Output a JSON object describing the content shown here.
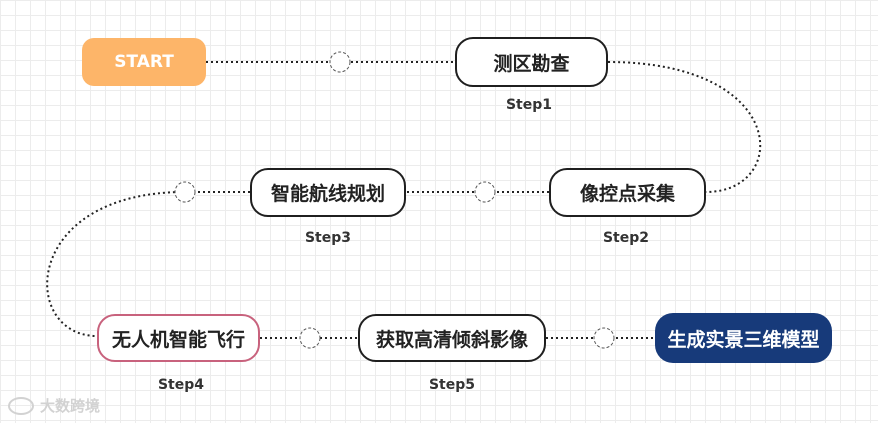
{
  "nodes": {
    "start": "START",
    "survey": "测区勘查",
    "control_points": "像控点采集",
    "route_planning": "智能航线规划",
    "uav_flight": "无人机智能飞行",
    "image_capture": "获取高清倾斜影像",
    "model": "生成实景三维模型"
  },
  "steps": {
    "step1": "Step1",
    "step2": "Step2",
    "step3": "Step3",
    "step4": "Step4",
    "step5": "Step5"
  },
  "watermark": "大数跨境",
  "colors": {
    "start": "#fdb569",
    "final": "#173a7a",
    "pink_border": "#c8627d"
  }
}
